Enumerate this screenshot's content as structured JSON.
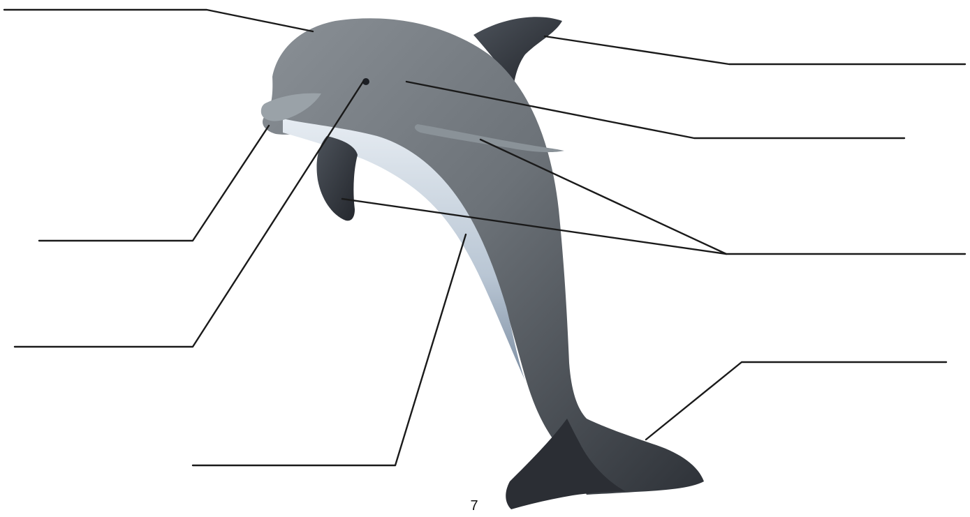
{
  "diagram": {
    "subject": "dolphin-illustration",
    "page_number": "7",
    "labels": [
      {
        "id": "melon",
        "text": ""
      },
      {
        "id": "dorsal-fin",
        "text": ""
      },
      {
        "id": "body-side",
        "text": ""
      },
      {
        "id": "rostrum",
        "text": ""
      },
      {
        "id": "flippers",
        "text": ""
      },
      {
        "id": "eye",
        "text": ""
      },
      {
        "id": "belly",
        "text": ""
      },
      {
        "id": "tail-fluke",
        "text": ""
      }
    ]
  },
  "colors": {
    "background": "#ffffff",
    "line": "#1a1a1a",
    "dolphin_back": "#6f7478",
    "dolphin_belly": "#c9d3df",
    "dolphin_shadow": "#4a5058",
    "fluke": "#2e3036"
  }
}
